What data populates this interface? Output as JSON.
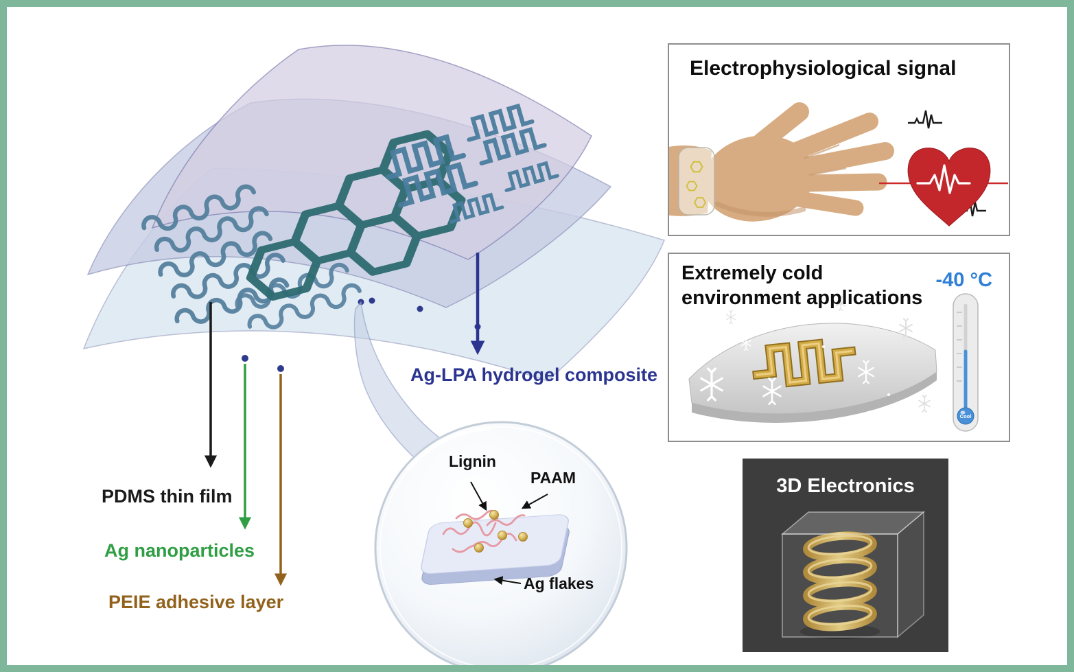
{
  "colors": {
    "frame": "#7fb79b",
    "pdms-black": "#1a1a1a",
    "ag-green": "#2f9e44",
    "peie-brown": "#92621c",
    "hydrogel-navy": "#2b3590",
    "temp-blue": "#2f7fd6",
    "heart-red": "#c3272b",
    "gold": "#c9a23c",
    "panel-dark": "#3d3d3d"
  },
  "device": {
    "pdms_label": "PDMS thin film",
    "ag_label": "Ag nanoparticles",
    "peie_label": "PEIE adhesive layer",
    "hydrogel_label": "Ag-LPA hydrogel composite"
  },
  "magnifier": {
    "lignin": "Lignin",
    "paam": "PAAM",
    "ag_flakes": "Ag flakes"
  },
  "panels": {
    "electro": {
      "title": "Electrophysiological signal"
    },
    "cold": {
      "title_line1": "Extremely cold",
      "title_line2": "environment applications",
      "temperature": "-40 °C",
      "thermo_label": "Cool"
    },
    "three_d": {
      "title": "3D Electronics"
    }
  }
}
